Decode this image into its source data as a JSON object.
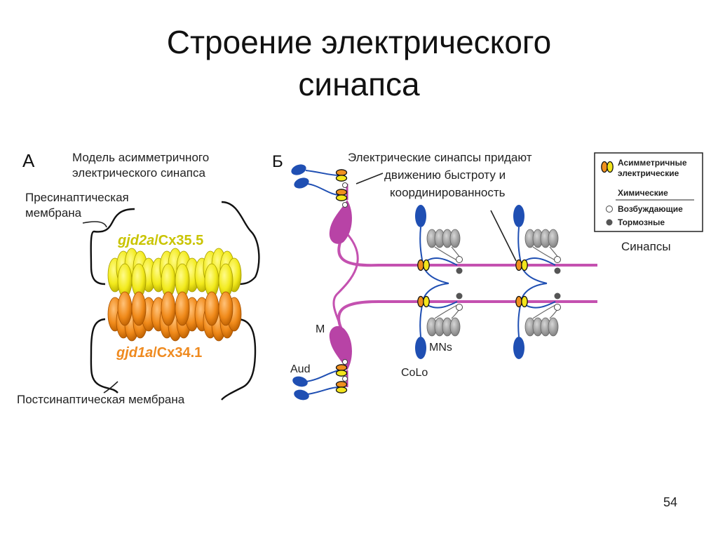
{
  "slide": {
    "title_line1": "Строение электрического",
    "title_line2": "синапса",
    "page_number": "54"
  },
  "panel_a": {
    "letter": "А",
    "caption_line1": "Модель асимметричного",
    "caption_line2": "электрического синапса",
    "pre_label_line1": "Пресинаптическая",
    "pre_label_line2": "мембрана",
    "gene_top_italic": "gjd2a",
    "gene_top_rest": "/Cx35.5",
    "gene_bottom_italic": "gjd1a",
    "gene_bottom_rest": "/Cx34.1",
    "post_label": "Постсинаптическая мембрана",
    "colors": {
      "top_gene": "#c9c400",
      "bottom_gene": "#ef8a1f"
    }
  },
  "panel_b": {
    "letter": "Б",
    "caption_line1": "Электрические синапсы придают",
    "caption_line2": "движению быстроту и",
    "caption_line3": "координированность",
    "label_m": "M",
    "label_aud": "Aud",
    "label_mns": "MNs",
    "label_colo": "CoLo",
    "colors": {
      "mauthner": "#b843a6",
      "axon": "#c451b0",
      "interneuron": "#1f4fb3",
      "motor": "#8a8a8a"
    }
  },
  "legend": {
    "asym_line1": "Асимметричные",
    "asym_line2": "электрические",
    "chem": "Химические",
    "excit": "Возбуждающие",
    "inhib": "Тормозные",
    "footer": "Синапсы"
  }
}
